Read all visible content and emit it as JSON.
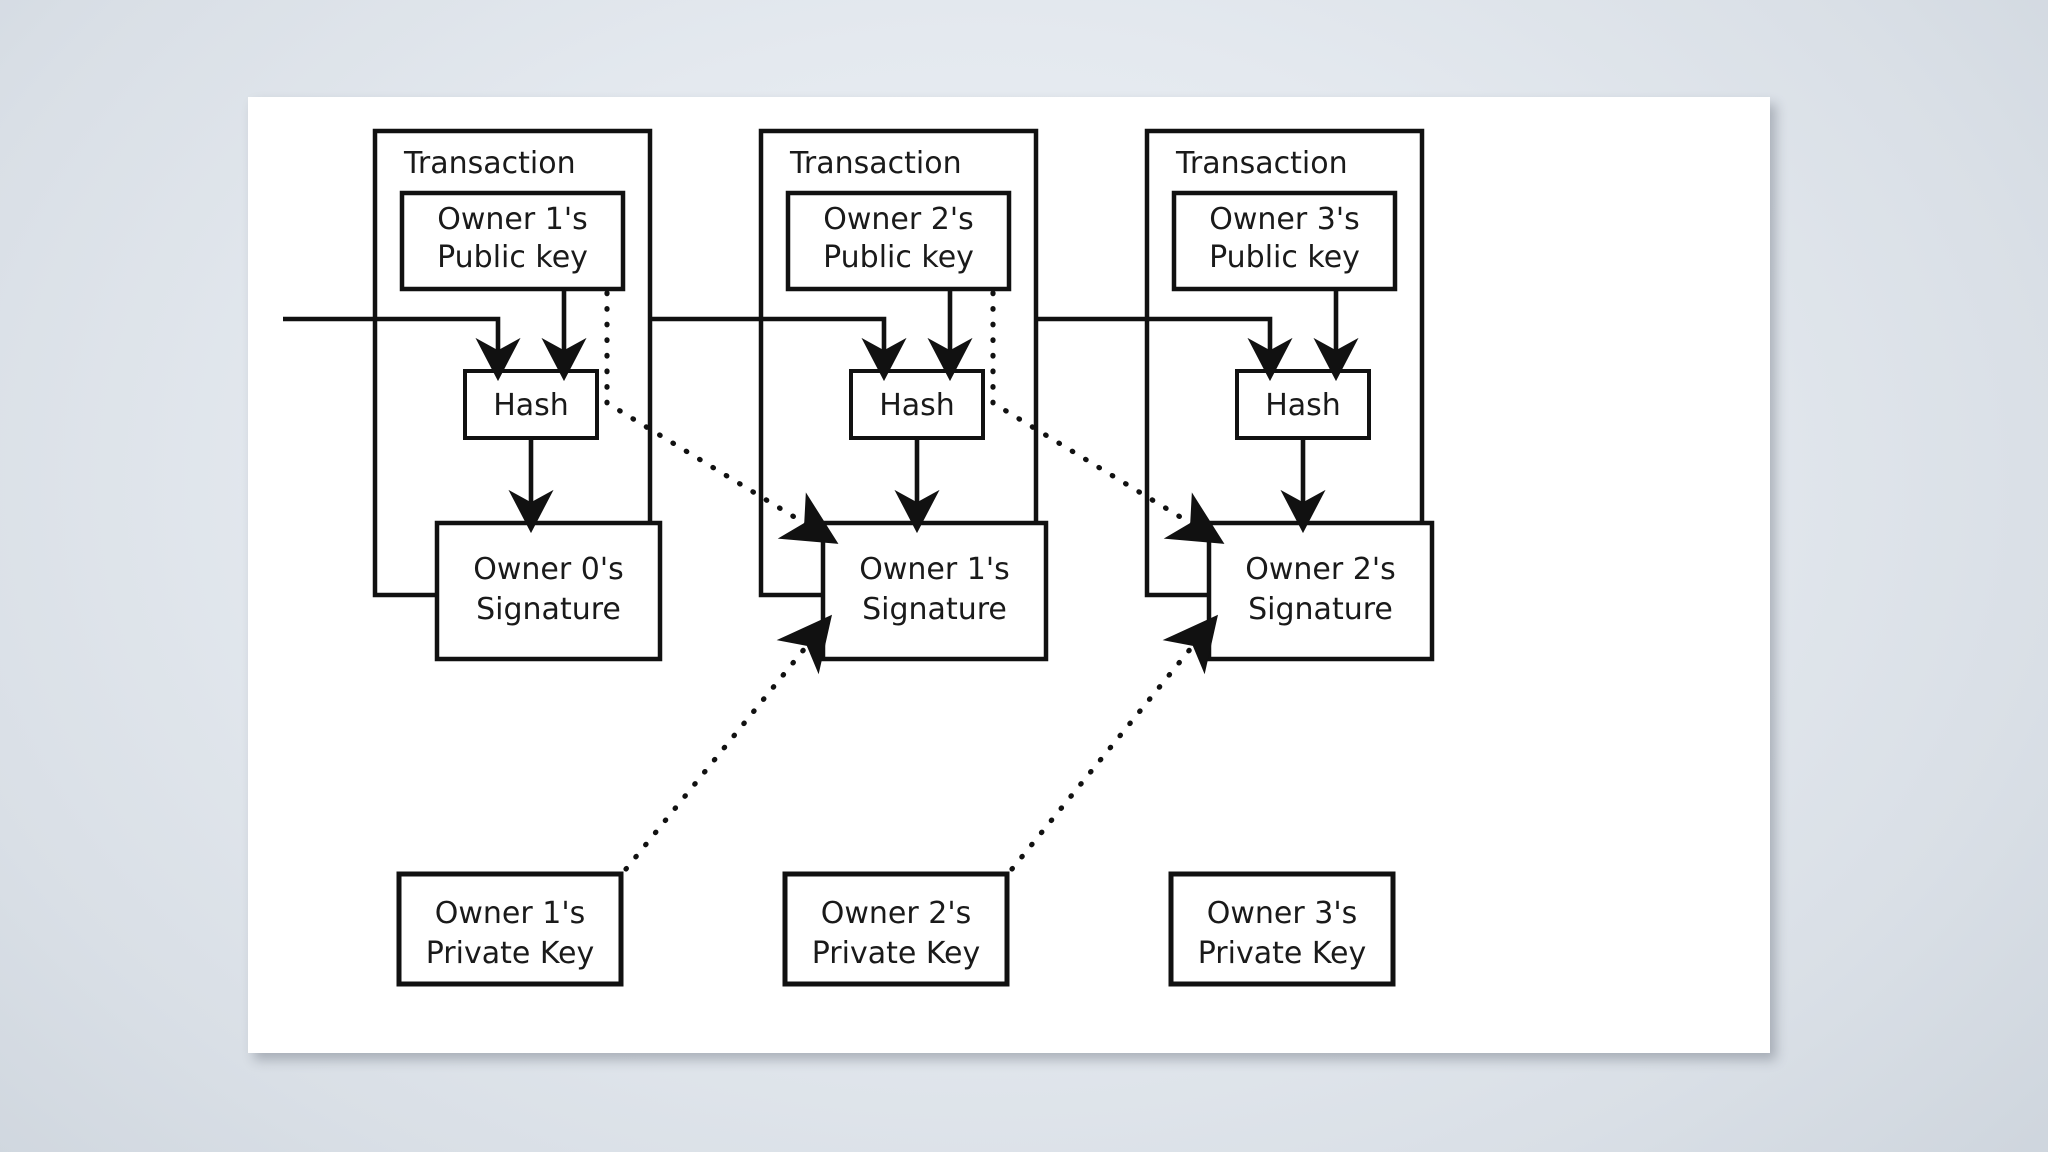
{
  "diagram": {
    "title_present": false,
    "background_color": "#e4e9ef",
    "canvas_color": "#ffffff",
    "line_color": "#111111",
    "columns": [
      {
        "id": "transaction-1",
        "transaction_label": "Transaction",
        "public_key_line1": "Owner 1's",
        "public_key_line2": "Public key",
        "hash_label": "Hash",
        "signature_line1": "Owner 0's",
        "signature_line2": "Signature",
        "private_key_line1": "Owner 1's",
        "private_key_line2": "Private Key"
      },
      {
        "id": "transaction-2",
        "transaction_label": "Transaction",
        "public_key_line1": "Owner 2's",
        "public_key_line2": "Public key",
        "hash_label": "Hash",
        "signature_line1": "Owner 1's",
        "signature_line2": "Signature",
        "private_key_line1": "Owner 2's",
        "private_key_line2": "Private Key"
      },
      {
        "id": "transaction-3",
        "transaction_label": "Transaction",
        "public_key_line1": "Owner 3's",
        "public_key_line2": "Public key",
        "hash_label": "Hash",
        "signature_line1": "Owner 2's",
        "signature_line2": "Signature",
        "private_key_line1": "Owner 3's",
        "private_key_line2": "Private Key"
      }
    ]
  }
}
